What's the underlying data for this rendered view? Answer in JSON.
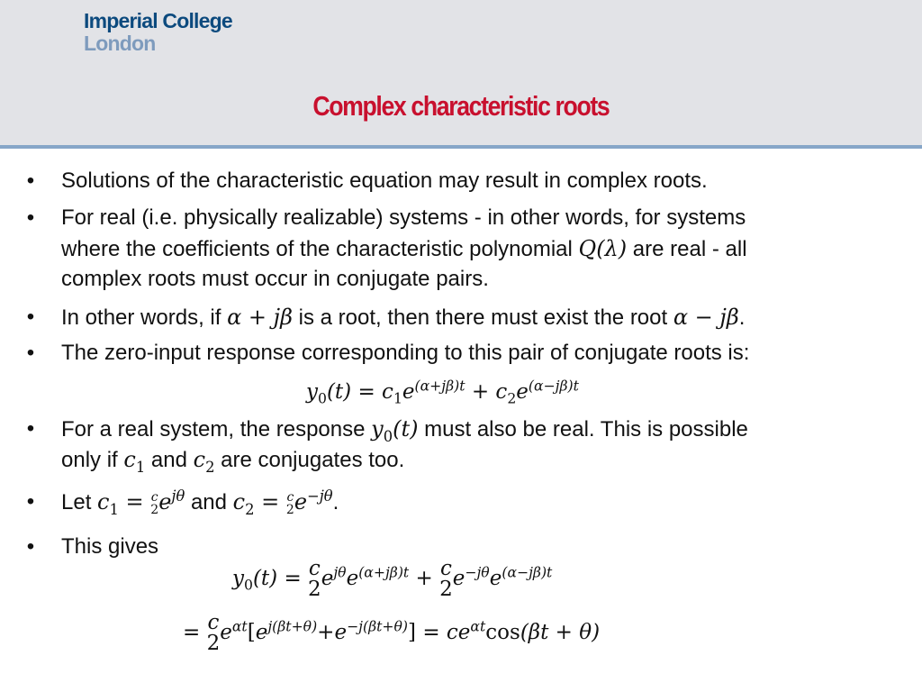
{
  "header": {
    "logo": {
      "line1": "Imperial College",
      "line2": "London"
    },
    "title": "Complex characteristic roots",
    "colors": {
      "title": "#c8102e",
      "logo_primary": "#0c4a7e",
      "logo_secondary": "#7e9bbd",
      "rule": "#87a6c8",
      "band": "#e2e3e7"
    }
  },
  "bullets": {
    "b1": {
      "text": "Solutions of the characteristic equation may result in complex roots."
    },
    "b2": {
      "line1": "For real (i.e. physically realizable) systems - in other words, for systems",
      "line2_pre": "where the coefficients of the characteristic polynomial ",
      "line2_math": "Q(λ)",
      "line2_post": " are real - all",
      "line3": "complex roots must occur in conjugate pairs."
    },
    "b3": {
      "pre": "In other words, if ",
      "math1": "α + jβ",
      "mid": " is a root, then there must exist the root ",
      "math2": "α − jβ",
      "post": "."
    },
    "b4": {
      "text": "The zero-input response corresponding to this pair of conjugate roots is:"
    },
    "b5": {
      "line1_pre": "For a real system, the response ",
      "line1_post": " must also be real. This is possible",
      "line2_pre": "only if ",
      "line2_mid": " and ",
      "line2_post": " are conjugates too."
    },
    "b6": {
      "pre": "Let ",
      "mid": " and ",
      "post": "."
    },
    "b7": {
      "text": "This gives"
    }
  },
  "equations": {
    "eq1": "y0(t) = c1 e^((α+jβ)t) + c2 e^((α−jβ)t)",
    "eq2": "y0(t) = (c/2) e^(jθ) e^((α+jβ)t) + (c/2) e^(−jθ) e^((α−jβ)t)",
    "eq3": "= (c/2) e^(αt) [e^(j(βt+θ)) + e^(−j(βt+θ))] = c e^(αt) cos(βt + θ)",
    "let_c1": "c1 = (c/2) e^(jθ)",
    "let_c2": "c2 = (c/2) e^(−jθ)"
  },
  "bullet_glyph": "•"
}
